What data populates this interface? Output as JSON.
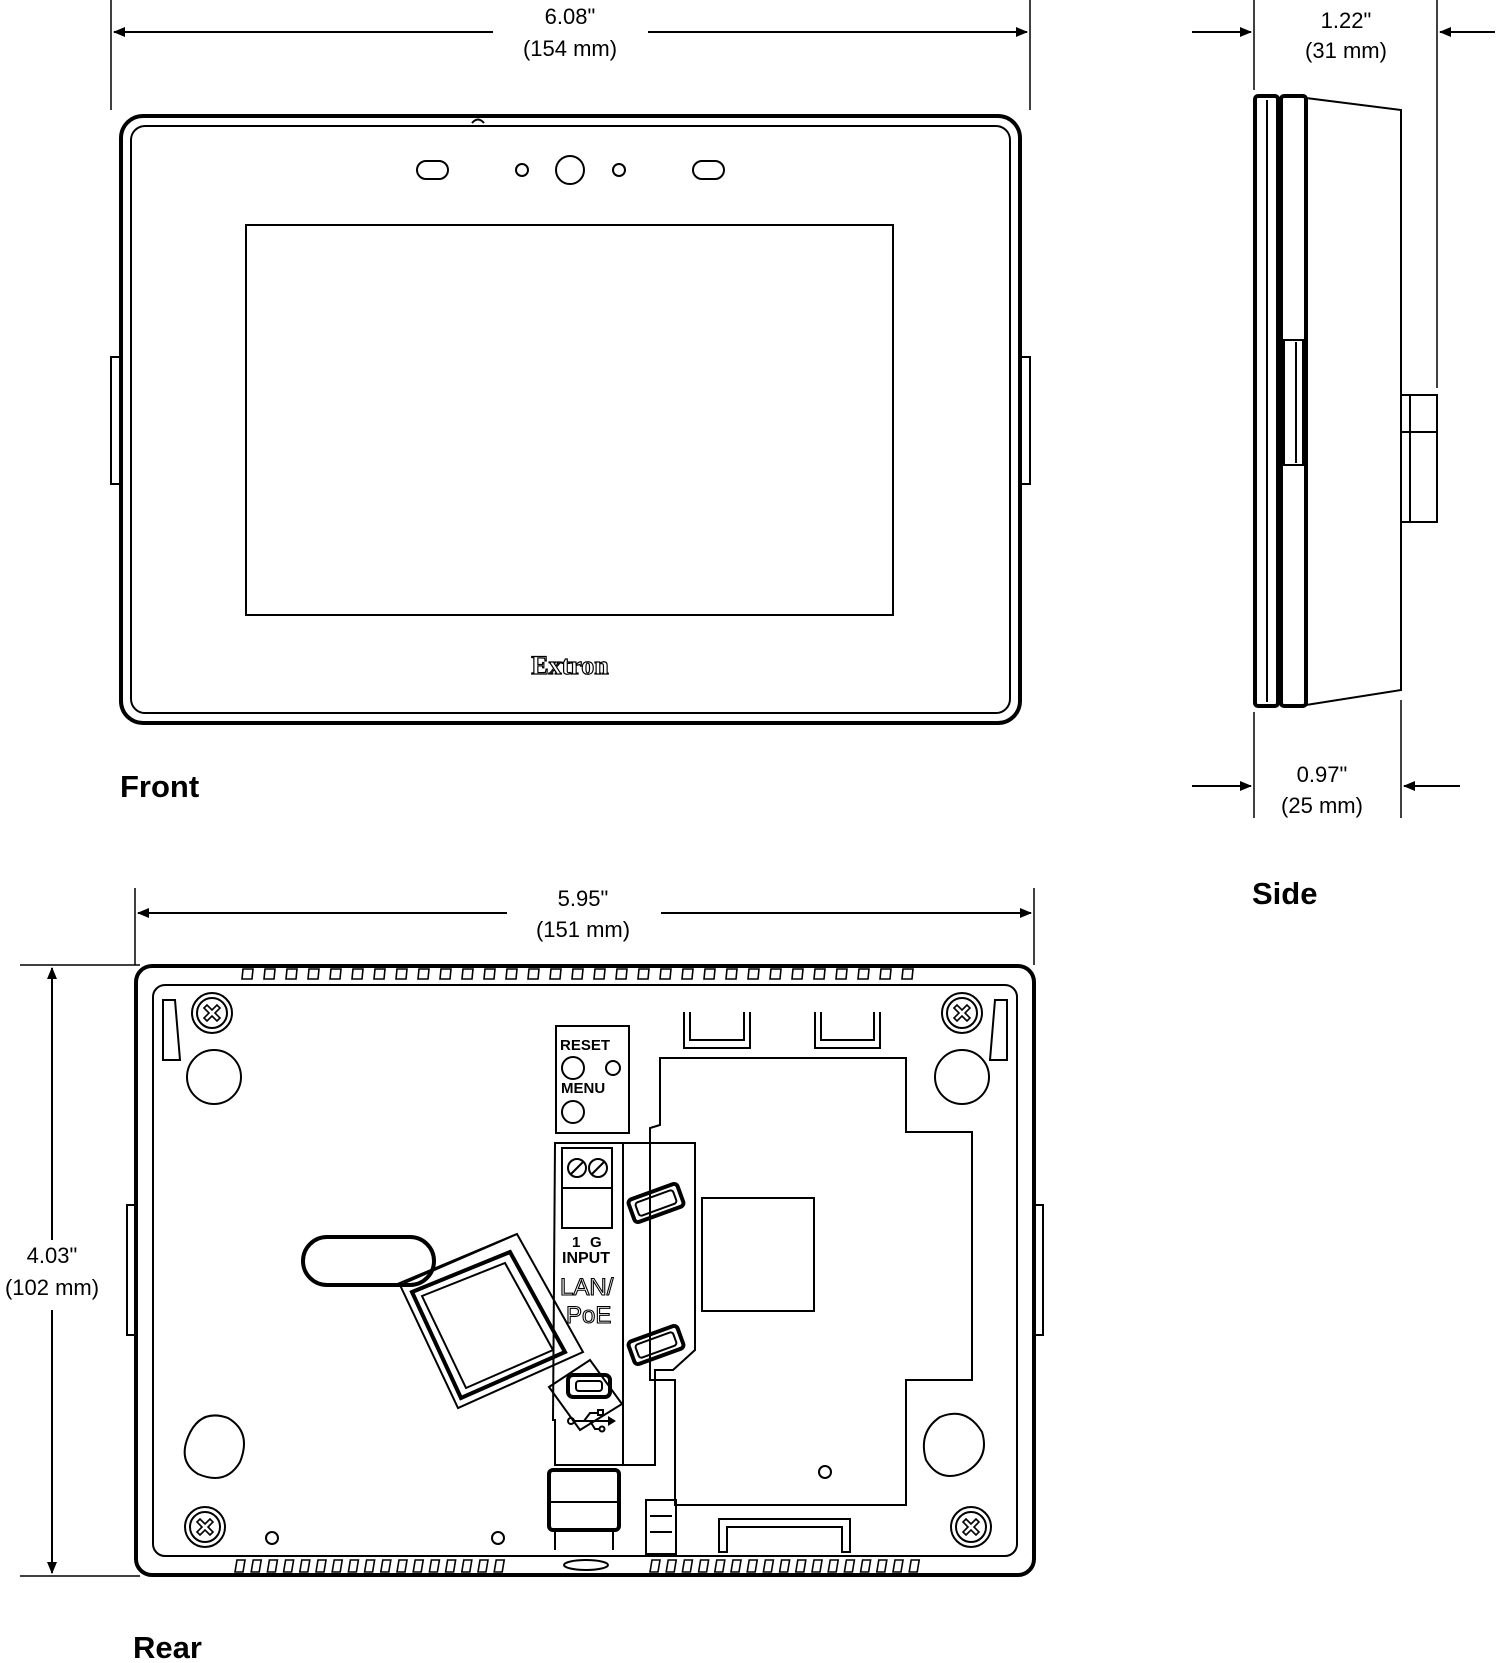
{
  "front": {
    "view_label": "Front",
    "width_in": "6.08\"",
    "width_mm": "(154 mm)",
    "logo_text": "Extron"
  },
  "side": {
    "view_label": "Side",
    "depth_in": "1.22\"",
    "depth_mm": "(31 mm)",
    "body_depth_in": "0.97\"",
    "body_depth_mm": "(25 mm)"
  },
  "rear": {
    "view_label": "Rear",
    "width_in": "5.95\"",
    "width_mm": "(151 mm)",
    "height_in": "4.03\"",
    "height_mm": "(102 mm)",
    "reset_label": "RESET",
    "menu_label": "MENU",
    "input_number": "1",
    "input_letter": "G",
    "input_label": "INPUT",
    "lan_label": "LAN/",
    "poe_label": "PoE"
  }
}
